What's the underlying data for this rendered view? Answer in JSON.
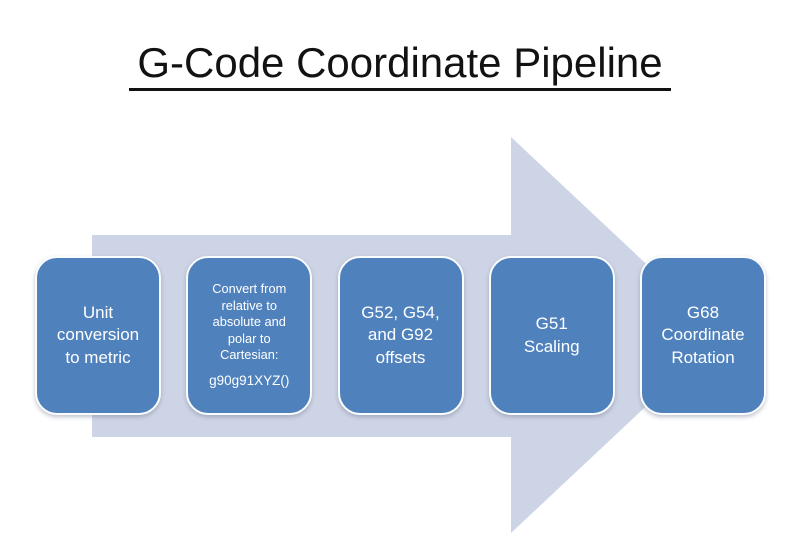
{
  "title": "G-Code Coordinate Pipeline",
  "colors": {
    "title_text": "#121212",
    "arrow_fill": "#CDD4E6",
    "box_fill": "#4F81BD",
    "box_border": "#FBFCFE",
    "box_text": "#FFFFFF"
  },
  "pipeline": {
    "steps": [
      {
        "label": "Unit\nconversion\nto metric"
      },
      {
        "label": "Convert from\nrelative to\nabsolute and\npolar to\nCartesian:",
        "code": "g90g91XYZ()"
      },
      {
        "label": "G52, G54,\nand G92\noffsets"
      },
      {
        "label": "G51\nScaling"
      },
      {
        "label": "G68\nCoordinate\nRotation"
      }
    ]
  }
}
